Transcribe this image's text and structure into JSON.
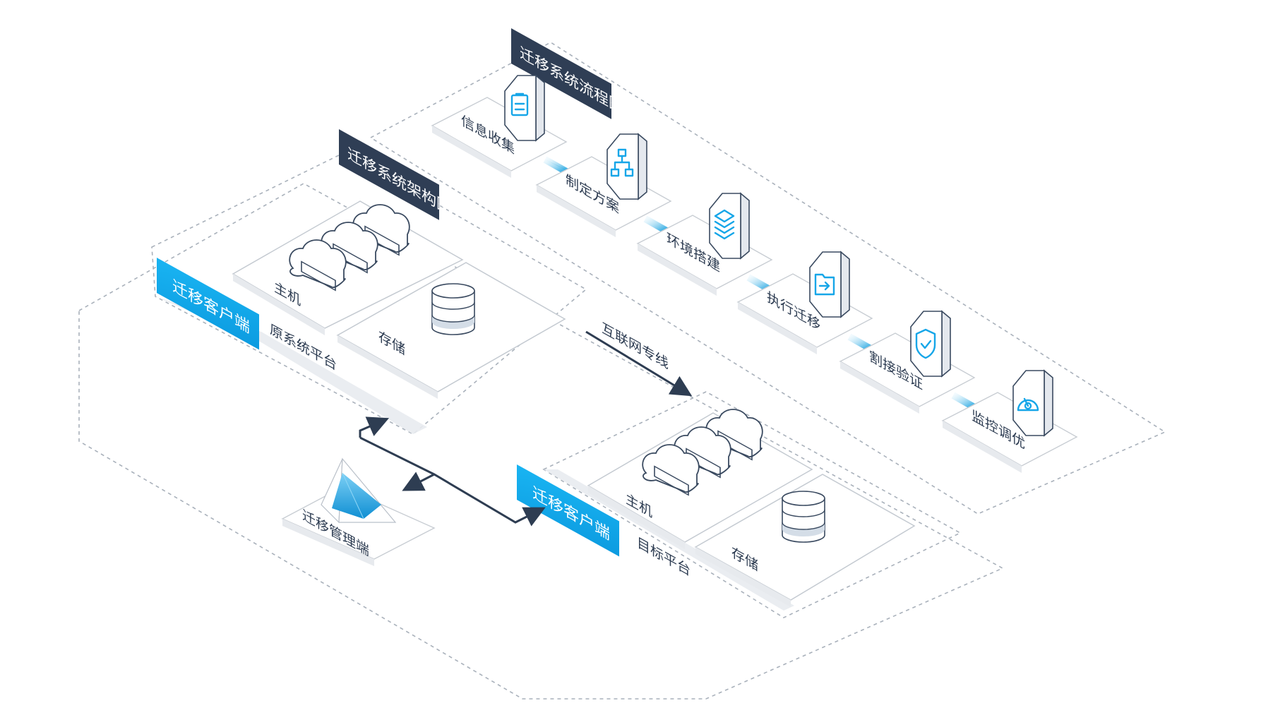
{
  "diagram": {
    "flow_title": "迁移系统流程图",
    "arch_title": "迁移系统架构图",
    "flow_steps": [
      {
        "label": "信息收集",
        "icon": "clipboard-icon"
      },
      {
        "label": "制定方案",
        "icon": "org-chart-icon"
      },
      {
        "label": "环境搭建",
        "icon": "layers-icon"
      },
      {
        "label": "执行迁移",
        "icon": "folder-arrow-icon"
      },
      {
        "label": "割接验证",
        "icon": "shield-check-icon"
      },
      {
        "label": "监控调优",
        "icon": "gauge-icon"
      }
    ],
    "source": {
      "client_tag": "迁移客户端",
      "platform_label": "原系统平台",
      "host_label": "主机",
      "storage_label": "存储"
    },
    "target": {
      "client_tag": "迁移客户端",
      "platform_label": "目标平台",
      "host_label": "主机",
      "storage_label": "存储"
    },
    "link_label": "互联网专线",
    "manager_label": "迁移管理端",
    "colors": {
      "accent": "#16a6e8",
      "dark_tag": "#2f3e55",
      "line": "#2e3d52",
      "dashed": "#a9b1bb"
    }
  }
}
